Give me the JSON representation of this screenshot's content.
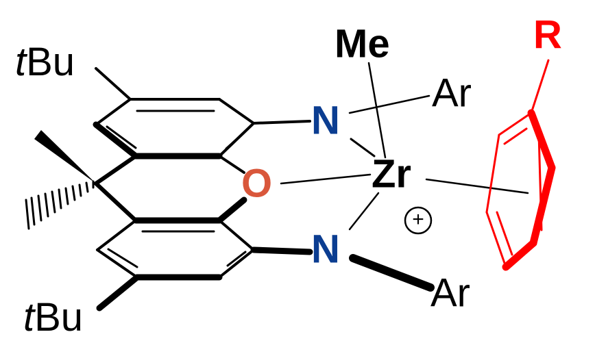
{
  "molecule": {
    "atoms": {
      "zr": {
        "text": "Zr",
        "color": "#000000"
      },
      "n_top": {
        "text": "N",
        "color": "#0b3d91"
      },
      "n_bottom": {
        "text": "N",
        "color": "#0b3d91"
      },
      "oxygen": {
        "text": "O",
        "color": "#d9573b"
      }
    },
    "substituents": {
      "me": "Me",
      "ar_top": "Ar",
      "ar_bottom": "Ar",
      "tbu_top_prefix": "t",
      "tbu_top_suffix": "Bu",
      "tbu_bottom_prefix": "t",
      "tbu_bottom_suffix": "Bu",
      "r_group": "R"
    },
    "charge": "+",
    "colors": {
      "bond": "#000000",
      "arene": "#ff0000",
      "r_group": "#ff0000"
    }
  }
}
